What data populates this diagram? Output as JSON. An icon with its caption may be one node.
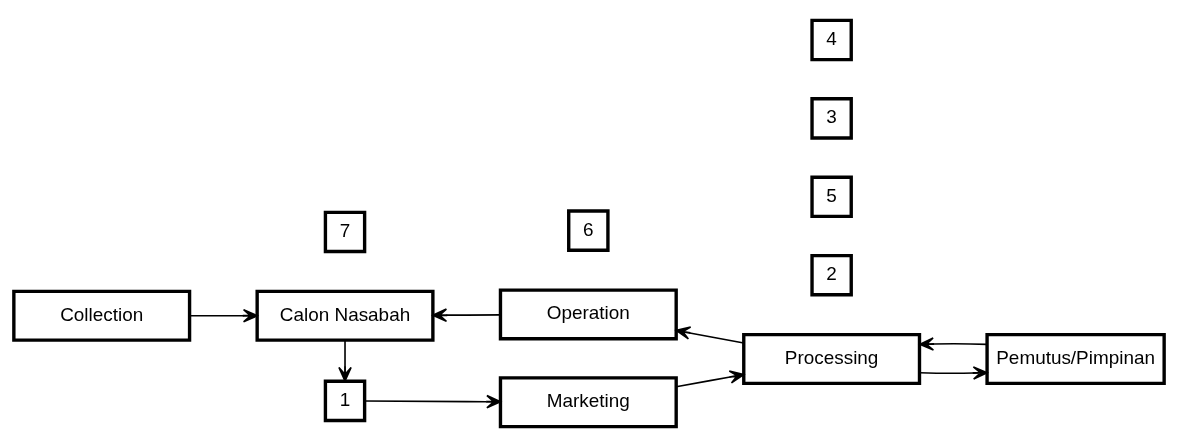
{
  "diagram": {
    "nodes": [
      {
        "text": [
          "1"
        ]
      },
      {
        "text": [
          "Marketing"
        ]
      },
      {
        "text": [
          "2"
        ]
      },
      {
        "text": [
          "6"
        ]
      },
      {
        "text": [
          "5"
        ]
      },
      {
        "text": [
          "Calon Nasabah"
        ]
      },
      {
        "text": [
          "Operation"
        ]
      },
      {
        "text": [
          "Processing"
        ]
      },
      {
        "text": [
          "3"
        ]
      },
      {
        "text": [
          "4"
        ]
      },
      {
        "text": [
          "7"
        ]
      },
      {
        "text": [
          "Pemutus/Pimpinan"
        ]
      },
      {
        "text": [
          "Collection"
        ]
      }
    ],
    "edges": [
      {
        "from": 0,
        "to": 1,
        "arrow": "to"
      },
      {
        "from": 1,
        "to": 7,
        "arrow": "to"
      },
      {
        "from": 7,
        "to": 6,
        "arrow": "to"
      },
      {
        "from": 6,
        "to": 5,
        "arrow": "to"
      },
      {
        "from": 7,
        "to": 11,
        "arrow": "to"
      },
      {
        "from": 11,
        "to": 7,
        "arrow": "to"
      },
      {
        "from": 12,
        "to": 5,
        "arrow": "to"
      },
      {
        "from": 5,
        "to": 0,
        "arrow": "to"
      }
    ]
  }
}
